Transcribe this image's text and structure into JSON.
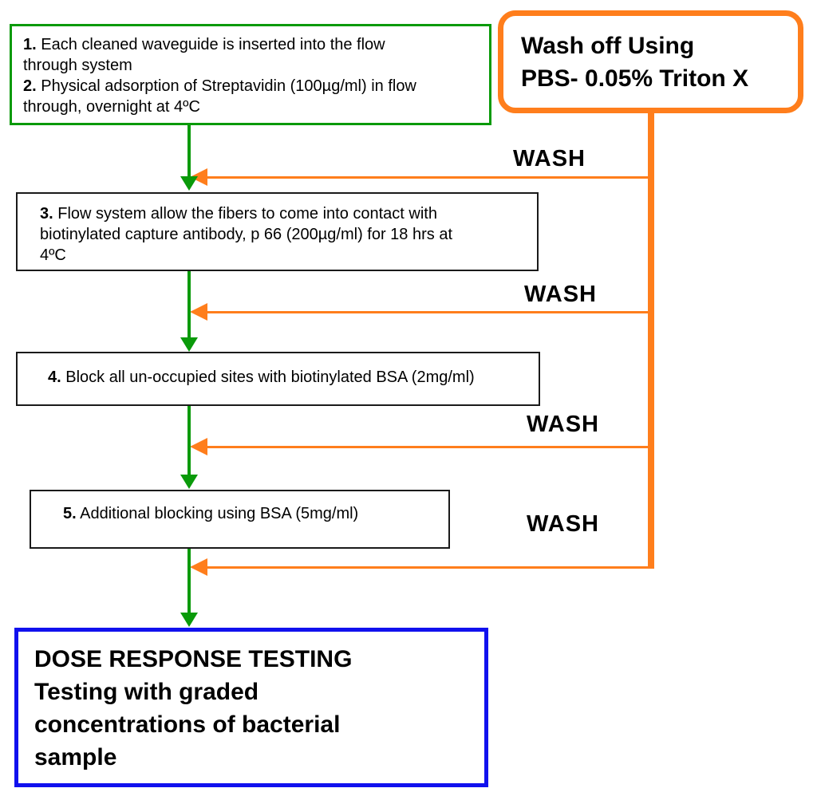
{
  "diagram_title": "Waveguide biosensor preparation flow chart",
  "colors": {
    "flow_green": "#0a9a0a",
    "wash_orange": "#ff7e1c",
    "result_blue": "#1111ee",
    "box_border_black": "#1a1a1a",
    "text_black": "#000000"
  },
  "boxes": {
    "step12": {
      "items": [
        {
          "num": "1.",
          "text": " Each cleaned waveguide is inserted into the flow\nthrough system"
        },
        {
          "num": "2.",
          "text": " Physical adsorption of Streptavidin (100µg/ml) in flow\nthrough, overnight at 4ºC"
        }
      ]
    },
    "wash_off": {
      "text": "Wash off Using\nPBS- 0.05% Triton X"
    },
    "step3": {
      "num": "3.",
      "text": " Flow system allow the fibers to come into contact with\nbiotinylated capture antibody, p 66 (200µg/ml) for 18 hrs at\n4ºC"
    },
    "step4": {
      "num": "4.",
      "text": " Block all un-occupied sites with biotinylated BSA (2mg/ml)"
    },
    "step5": {
      "num": "5.",
      "text": " Additional blocking using BSA (5mg/ml)"
    },
    "dose_response": {
      "text": "DOSE RESPONSE TESTING\nTesting with graded\nconcentrations of bacterial\nsample"
    }
  },
  "wash_labels": [
    {
      "label": "WASH"
    },
    {
      "label": "WASH"
    },
    {
      "label": "WASH"
    },
    {
      "label": "WASH"
    }
  ]
}
